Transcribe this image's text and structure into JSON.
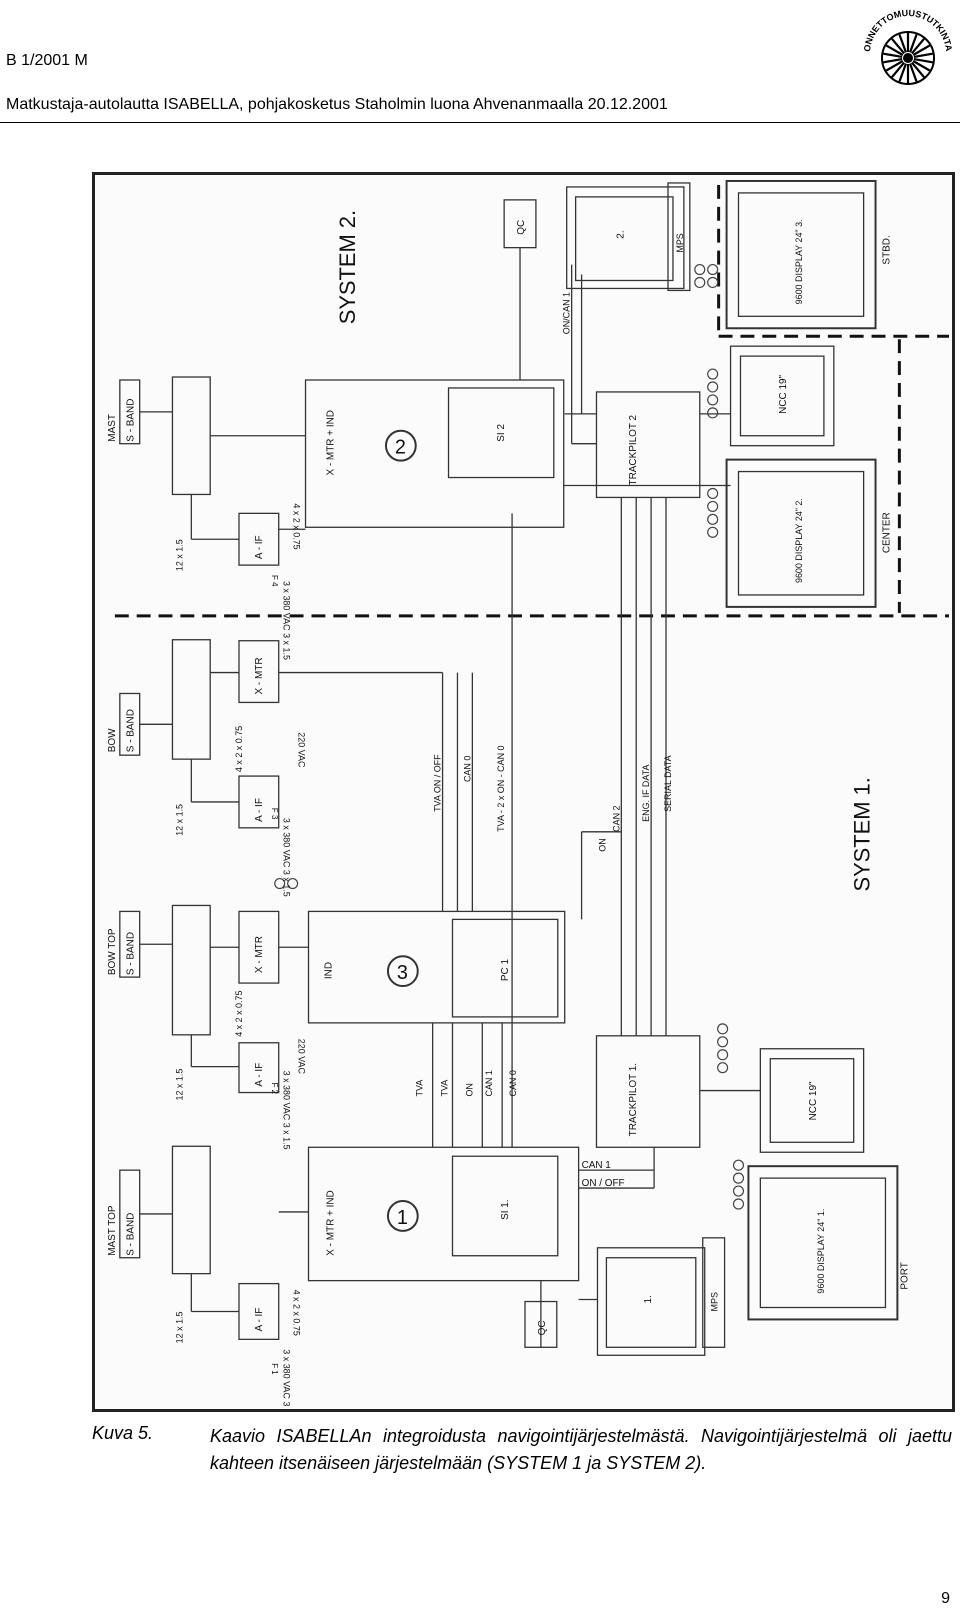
{
  "header": {
    "code": "B 1/2001 M",
    "title": "Matkustaja-autolautta ISABELLA, pohjakosketus Staholmin luona Ahvenanmaalla 20.12.2001",
    "logo_text": "ONNETTOMUUSTUTKINTAKESKUS"
  },
  "diagram": {
    "systems": {
      "system1": "SYSTEM 1.",
      "system2": "SYSTEM 2."
    },
    "antennas": {
      "mast": {
        "name": "MAST",
        "band": "S - BAND"
      },
      "bow": {
        "name": "BOW",
        "band": "S - BAND"
      },
      "bow_top": {
        "name": "BOW TOP",
        "band": "S - BAND"
      },
      "mast_top": {
        "name": "MAST TOP",
        "band": "S - BAND"
      }
    },
    "units": {
      "aif": "A - IF",
      "xmtr": "X - MTR",
      "xmtr_ind": "X - MTR + IND",
      "ind": "IND",
      "n1": "1",
      "n2": "2",
      "n3": "3",
      "si1": "SI 1.",
      "si2": "SI 2",
      "pc1": "PC 1",
      "qc": "QC",
      "mps": "MPS",
      "trackpilot1": "TRACKPILOT 1.",
      "trackpilot2": "TRACKPILOT 2",
      "ncc": "NCC 19\"",
      "display1": "9600 DISPLAY 24\" 1.",
      "display2": "9600 DISPLAY 24\" 2.",
      "display3": "9600 DISPLAY 24\" 3.",
      "monitor1": "1.",
      "monitor2": "2.",
      "port": "PORT",
      "center": "CENTER",
      "stbd": "STBD."
    },
    "cables": {
      "c12x15": "12 x 1.5",
      "c4x2x075": "4 x 2 x 0.75",
      "c3x380": "3 x 380 VAC 3 x 1.5",
      "c220": "220 VAC",
      "f1": "F 1",
      "f2": "F 2",
      "f3": "F 3",
      "f4": "F 4"
    },
    "signals": {
      "tva": "TVA",
      "tva_onoff": "TVA ON / OFF",
      "on": "ON",
      "can0": "CAN 0",
      "can1": "CAN 1",
      "can2": "CAN 2",
      "tva_can": "TVA - 2 x ON - CAN 0",
      "eng_if": "ENG. IF DATA",
      "serial": "SERIAL DATA",
      "on_can1": "ON/CAN 1",
      "on_off": "ON / OFF"
    }
  },
  "caption": {
    "label": "Kuva 5.",
    "text": "Kaavio ISABELLAn integroidusta navigointijärjestelmästä. Navigointijärjestelmä oli jaettu kahteen itsenäiseen järjestelmään (SYSTEM 1 ja SYSTEM 2)."
  },
  "page_number": "9"
}
